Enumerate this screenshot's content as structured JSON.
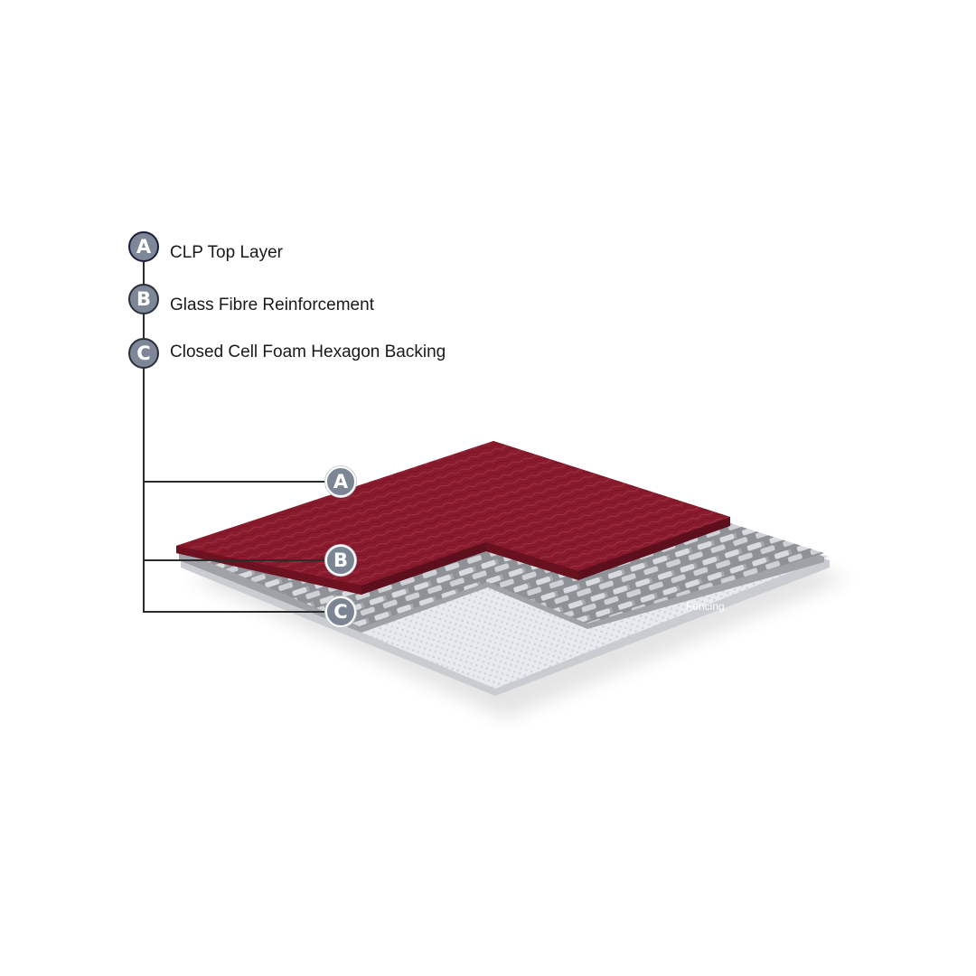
{
  "legend": {
    "items": [
      {
        "letter": "A",
        "label": "CLP Top Layer"
      },
      {
        "letter": "B",
        "label": "Glass Fibre Reinforcement"
      },
      {
        "letter": "C",
        "label": "Closed Cell Foam Hexagon Backing"
      }
    ]
  },
  "callouts": [
    {
      "letter": "A",
      "target": "top-layer"
    },
    {
      "letter": "B",
      "target": "mesh-layer"
    },
    {
      "letter": "C",
      "target": "foam-layer"
    }
  ],
  "image": {
    "watermark": "Fencing"
  },
  "colors": {
    "top_layer": "#8b1a2f",
    "badge_fill": "#7d8797",
    "mesh": "#c9cbce",
    "foam": "#e6e8ec",
    "lines": "#2b2b2b"
  }
}
